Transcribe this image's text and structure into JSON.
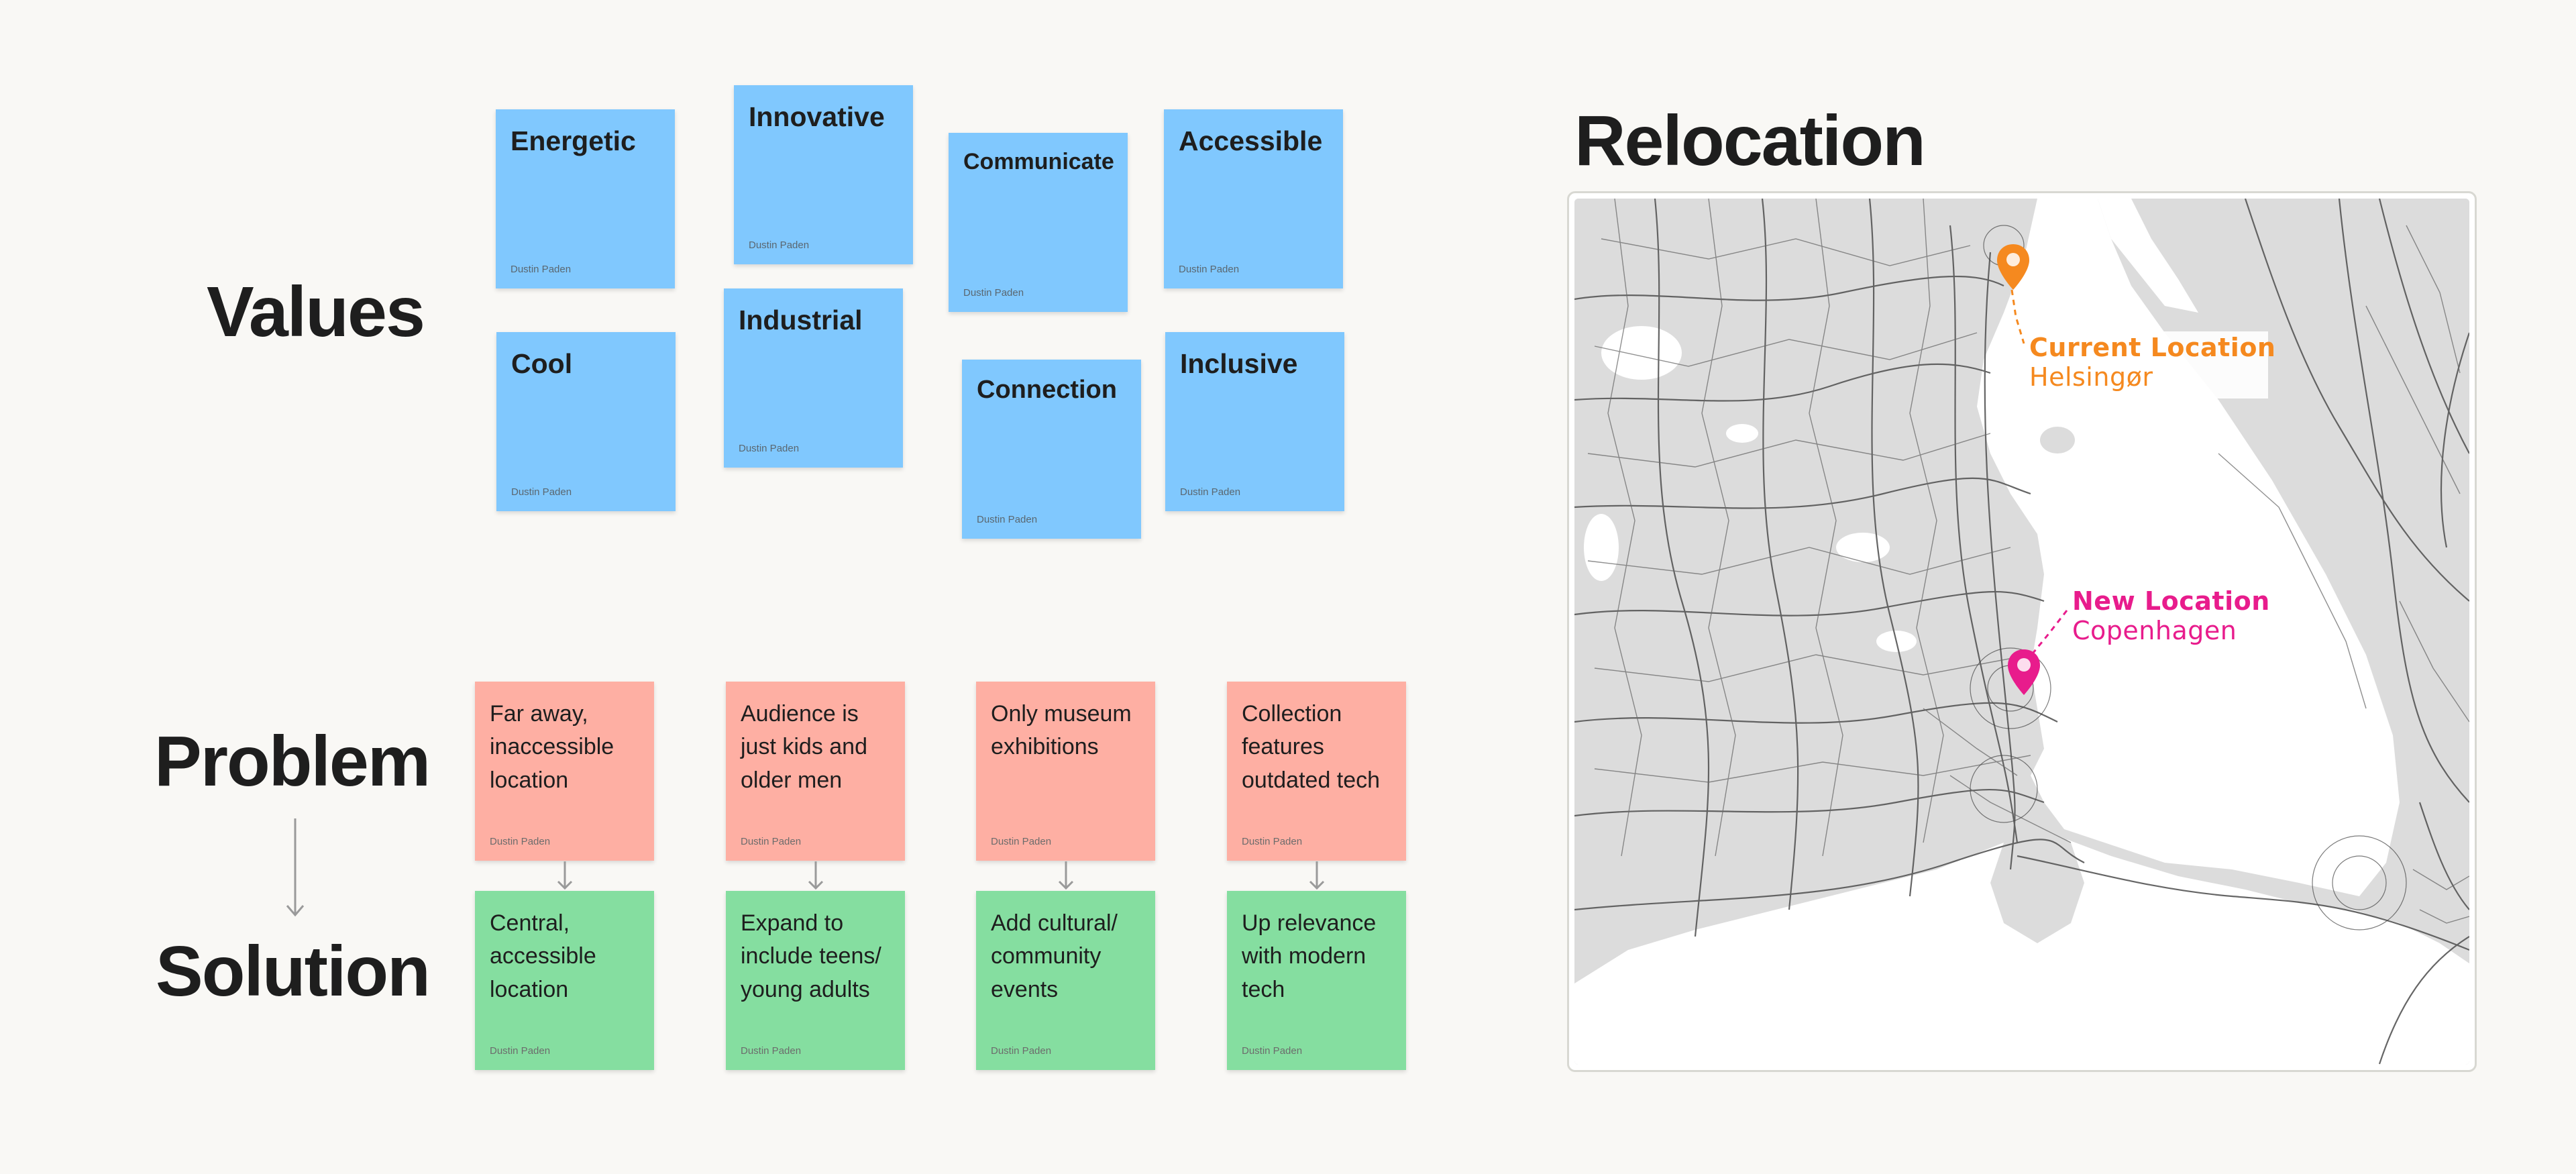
{
  "sections": {
    "values": "Values",
    "problem": "Problem",
    "solution": "Solution",
    "relocation": "Relocation"
  },
  "values_stickies": [
    {
      "label": "Energetic",
      "author": "Dustin Paden"
    },
    {
      "label": "Innovative",
      "author": "Dustin Paden"
    },
    {
      "label": "Communicate",
      "author": "Dustin Paden"
    },
    {
      "label": "Accessible",
      "author": "Dustin Paden"
    },
    {
      "label": "Cool",
      "author": "Dustin Paden"
    },
    {
      "label": "Industrial",
      "author": "Dustin Paden"
    },
    {
      "label": "Connection",
      "author": "Dustin Paden"
    },
    {
      "label": "Inclusive",
      "author": "Dustin Paden"
    }
  ],
  "problems": [
    {
      "text": "Far away, inaccessible location",
      "author": "Dustin Paden"
    },
    {
      "text": "Audience is just kids and older men",
      "author": "Dustin Paden"
    },
    {
      "text": "Only museum exhibitions",
      "author": "Dustin Paden"
    },
    {
      "text": "Collection features outdated tech",
      "author": "Dustin Paden"
    }
  ],
  "solutions": [
    {
      "text": "Central, accessible location",
      "author": "Dustin Paden"
    },
    {
      "text": "Expand to include teens/ young adults",
      "author": "Dustin Paden"
    },
    {
      "text": "Add cultural/ community events",
      "author": "Dustin Paden"
    },
    {
      "text": "Up relevance with modern tech",
      "author": "Dustin Paden"
    }
  ],
  "map": {
    "current": {
      "title": "Current Location",
      "place": "Helsingør",
      "color": "#f5891f"
    },
    "new": {
      "title": "New Location",
      "place": "Copenhagen",
      "color": "#e81c8c"
    }
  },
  "colors": {
    "values_sticky": "#80c8fe",
    "problem_sticky": "#feafa3",
    "solution_sticky": "#85dea0",
    "background": "#f9f8f5"
  }
}
